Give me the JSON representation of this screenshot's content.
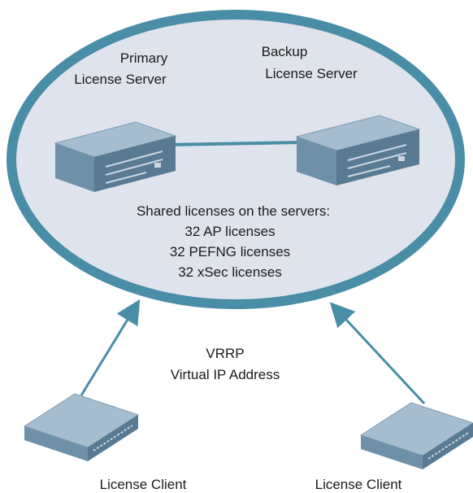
{
  "servers": {
    "primary": {
      "line1": "Primary",
      "line2": "License Server"
    },
    "backup": {
      "line1": "Backup",
      "line2": "License Server"
    }
  },
  "shared_licenses": {
    "heading": "Shared licenses on the servers:",
    "items": [
      "32 AP licenses",
      "32 PEFNG licenses",
      "32 xSec licenses"
    ]
  },
  "vrrp": {
    "line1": "VRRP",
    "line2": "Virtual IP Address"
  },
  "clients": {
    "left": "License Client",
    "right": "License Client"
  },
  "colors": {
    "ellipse_ring": "#4a8da6",
    "ellipse_fill": "#dfe4ec",
    "device_top": "#a6bdd0",
    "device_front": "#6f90a9",
    "device_side": "#587a93",
    "link": "#4a8da6"
  }
}
